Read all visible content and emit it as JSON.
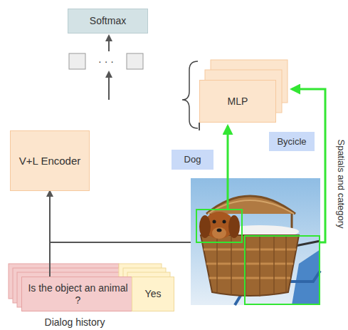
{
  "diagram": {
    "nodes": [
      {
        "text": [
          "Softmax"
        ]
      },
      {
        "text": [
          "V+L Encoder"
        ]
      },
      {
        "text": [
          "MLP"
        ]
      },
      {
        "text": [
          "Is the object an animal ?"
        ]
      },
      {
        "text": [
          "Yes"
        ]
      },
      {
        "text": [
          "Dog"
        ]
      },
      {
        "text": [
          "Bycicle"
        ]
      }
    ],
    "edges": [
      {
        "from": 3,
        "to": 1,
        "arrow": "to"
      },
      {
        "from": 1,
        "to": 2,
        "arrow": "none"
      }
    ],
    "labels": [
      "· · ·",
      "Spatials and category",
      "Dialog history"
    ]
  }
}
